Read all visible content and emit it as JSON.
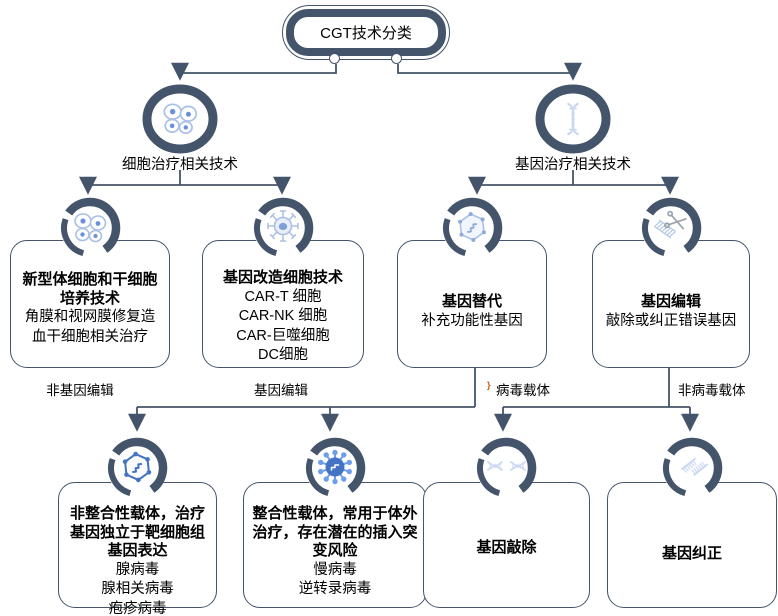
{
  "root": {
    "title": "CGT技术分类"
  },
  "level1": {
    "left": {
      "label": "细胞治疗相关技术",
      "icon": "cells-icon"
    },
    "right": {
      "label": "基因治疗相关技术",
      "icon": "dna-helix-icon"
    }
  },
  "level2": {
    "boxes": [
      {
        "title": "新型体细胞和干细胞培养技术",
        "lines": [
          "角膜和视网膜修复造",
          "血干细胞相关治疗"
        ],
        "icon": "cells-icon",
        "edge_label": "非基因编辑"
      },
      {
        "title": "基因改造细胞技术",
        "lines": [
          "CAR-T 细胞",
          "CAR-NK 细胞",
          "CAR-巨噬细胞",
          "DC细胞"
        ],
        "icon": "car-cell-icon",
        "edge_label": "基因编辑"
      },
      {
        "title": "基因替代",
        "lines": [
          "补充功能性基因"
        ],
        "icon": "gene-hexagon-icon",
        "edge_label": "病毒载体"
      },
      {
        "title": "基因编辑",
        "lines": [
          "敲除或纠正错误基因"
        ],
        "icon": "dna-scissors-icon",
        "edge_label": "非病毒载体"
      }
    ]
  },
  "level3": {
    "boxes": [
      {
        "title": "非整合性载体，治疗基因独立于靶细胞组基因表达",
        "lines": [
          "腺病毒",
          "腺相关病毒",
          "疱疹病毒"
        ],
        "icon": "gene-hexagon-bright-icon"
      },
      {
        "title": "整合性载体，常用于体外治疗，存在潜在的插入突变风险",
        "lines": [
          "慢病毒",
          "逆转录病毒"
        ],
        "icon": "virus-icon"
      },
      {
        "title": "基因敲除",
        "lines": [],
        "icon": "dna-knockout-icon"
      },
      {
        "title": "基因纠正",
        "lines": [],
        "icon": "dna-correction-icon"
      }
    ]
  },
  "annotation_mark": "}",
  "colors": {
    "primary": "#44546A",
    "accent_blue": "#4472C4",
    "light_blue": "#A9BFE4",
    "pale_blue": "#CBD8F0",
    "nucleus_blue": "#6B91D9",
    "scissors_gray": "#9AA3AD",
    "annotation_orange": "#C55A11"
  }
}
